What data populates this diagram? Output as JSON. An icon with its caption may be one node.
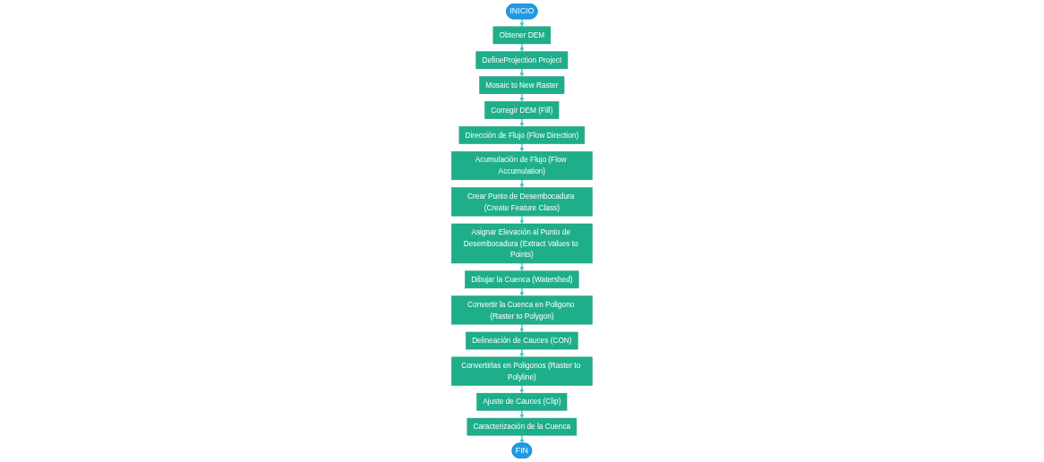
{
  "diagram": {
    "nodes": [
      {
        "text": [
          "INICIO"
        ]
      },
      {
        "text": [
          "Obtener DEM"
        ]
      },
      {
        "text": [
          "DefineProjection Project"
        ]
      },
      {
        "text": [
          "Mosaic to New Raster"
        ]
      },
      {
        "text": [
          "Corregir DEM (Fill)"
        ]
      },
      {
        "text": [
          "Dirección de Flujo (Flow Direction)"
        ]
      },
      {
        "text": [
          "Acumulación de Flujo (Flow Accumulation)"
        ]
      },
      {
        "text": [
          "Crear Punto de Desembocadura (Create Feature Class)"
        ]
      },
      {
        "text": [
          "Asignar Elevación al Punto de Desembocadura (Extract Values to Points)"
        ]
      },
      {
        "text": [
          "Dibujar la Cuenca (Watershed)"
        ]
      },
      {
        "text": [
          "Convertir la Cuenca en Poligono (Raster to Polygon)"
        ]
      },
      {
        "text": [
          "Delineación de Cauces (CON)"
        ]
      },
      {
        "text": [
          "Convertirlas en Poligonos (Raster to Polyline)"
        ]
      },
      {
        "text": [
          "Ajuste de Cauces (Clip)"
        ]
      },
      {
        "text": [
          "Caracterización de la Cuenca"
        ]
      },
      {
        "text": [
          "FIN"
        ]
      }
    ],
    "edges": [
      {
        "from": 0,
        "to": 1,
        "arrow": "to"
      },
      {
        "from": 1,
        "to": 2,
        "arrow": "to"
      },
      {
        "from": 2,
        "to": 3,
        "arrow": "to"
      },
      {
        "from": 3,
        "to": 4,
        "arrow": "to"
      },
      {
        "from": 4,
        "to": 5,
        "arrow": "to"
      },
      {
        "from": 5,
        "to": 6,
        "arrow": "to"
      },
      {
        "from": 6,
        "to": 7,
        "arrow": "to"
      },
      {
        "from": 7,
        "to": 8,
        "arrow": "to"
      },
      {
        "from": 8,
        "to": 9,
        "arrow": "to"
      },
      {
        "from": 9,
        "to": 10,
        "arrow": "to"
      },
      {
        "from": 10,
        "to": 11,
        "arrow": "to"
      },
      {
        "from": 11,
        "to": 12,
        "arrow": "to"
      },
      {
        "from": 12,
        "to": 13,
        "arrow": "to"
      },
      {
        "from": 13,
        "to": 14,
        "arrow": "to"
      },
      {
        "from": 14,
        "to": 15,
        "arrow": "to"
      }
    ]
  }
}
